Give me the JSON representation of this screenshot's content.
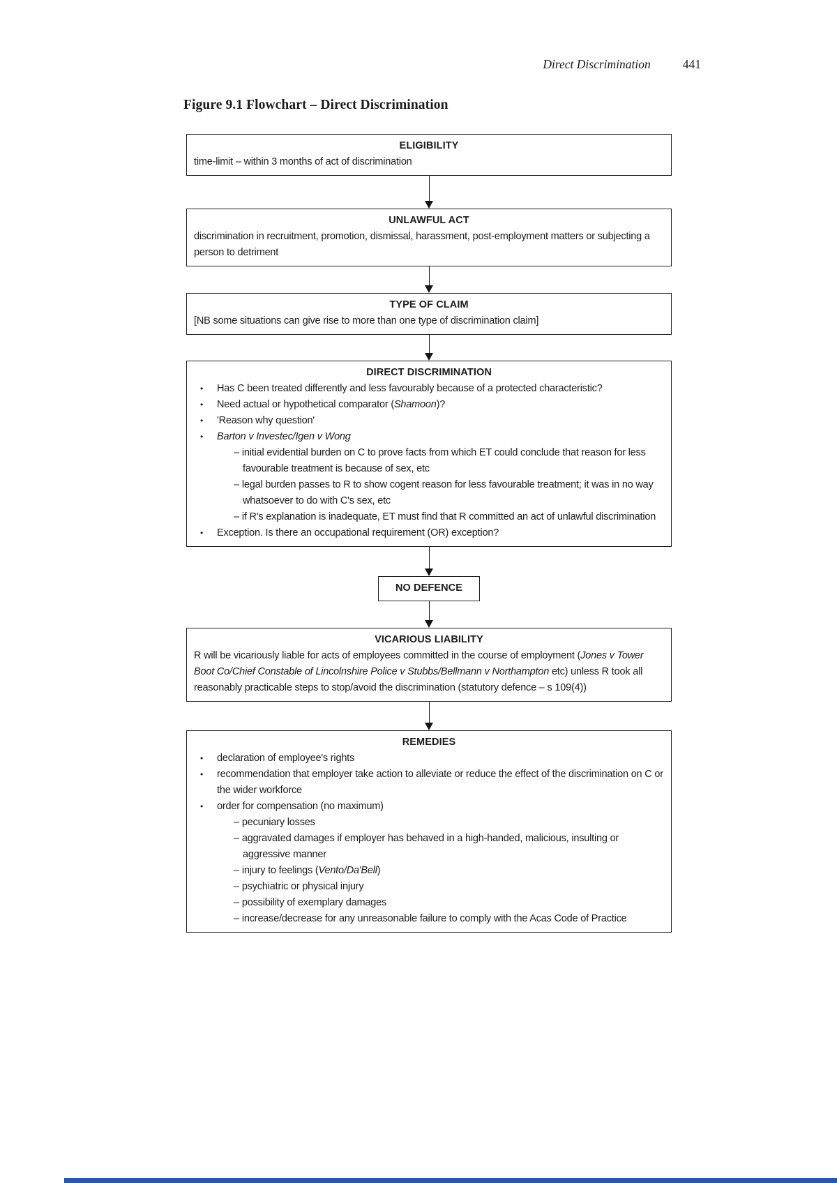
{
  "page_header": {
    "running_title": "Direct Discrimination",
    "page_number": "441"
  },
  "figure_title": "Figure 9.1 Flowchart – Direct Discrimination",
  "markers": {
    "bullet": "•",
    "dash": "–"
  },
  "accent_color": "#2b57a7",
  "boxes": {
    "eligibility": {
      "title": "ELIGIBILITY",
      "body": "time-limit – within 3 months of act of discrimination"
    },
    "unlawful_act": {
      "title": "UNLAWFUL ACT",
      "body": "discrimination in recruitment, promotion, dismissal, harassment, post-employment matters or subjecting a person to detriment"
    },
    "type_of_claim": {
      "title": "TYPE OF CLAIM",
      "body": "[NB some situations can give rise to more than one type of discrimination claim]"
    },
    "direct_discrimination": {
      "title": "DIRECT DISCRIMINATION",
      "bullet_1": "Has C been treated differently and less favourably because of a protected characteristic?",
      "bullet_2_pre": "Need actual or hypothetical comparator (",
      "bullet_2_case": "Shamoon",
      "bullet_2_post": ")?",
      "bullet_3": "'Reason why question'",
      "bullet_4_case": "Barton v Investec/Igen v Wong",
      "sub_1": "initial evidential burden on C to prove facts from which ET could conclude that reason for less favourable treatment is because of sex, etc",
      "sub_2": "legal burden passes to R to show cogent reason for less favourable treatment; it was in no way whatsoever to do with C's sex, etc",
      "sub_3": "if R's explanation is inadequate, ET must find that R committed an act of unlawful discrimination",
      "bullet_5": "Exception. Is there an occupational requirement (OR) exception?"
    },
    "no_defence": {
      "title": "NO DEFENCE"
    },
    "vicarious_liability": {
      "title": "VICARIOUS LIABILITY",
      "body_pre": "R will be vicariously liable for acts of employees committed in the course of employment (",
      "body_cases": "Jones v Tower Boot Co/Chief Constable of Lincolnshire Police v Stubbs/Bellmann v Northampton",
      "body_post": " etc) unless R took all reasonably practicable steps to stop/avoid the discrimination (statutory defence – s 109(4))"
    },
    "remedies": {
      "title": "REMEDIES",
      "bullet_1": "declaration of employee's rights",
      "bullet_2": "recommendation that employer take action to alleviate or reduce the effect of the discrimination on C or the wider workforce",
      "bullet_3": "order for compensation (no maximum)",
      "sub_1": "pecuniary losses",
      "sub_2": "aggravated damages if employer has behaved in a high-handed, malicious, insulting or aggressive manner",
      "sub_3_pre": "injury to feelings (",
      "sub_3_case": "Vento/Da'Bell",
      "sub_3_post": ")",
      "sub_4": "psychiatric or physical injury",
      "sub_5": "possibility of exemplary damages",
      "sub_6": "increase/decrease for any unreasonable failure to comply with the Acas Code of Practice"
    }
  }
}
